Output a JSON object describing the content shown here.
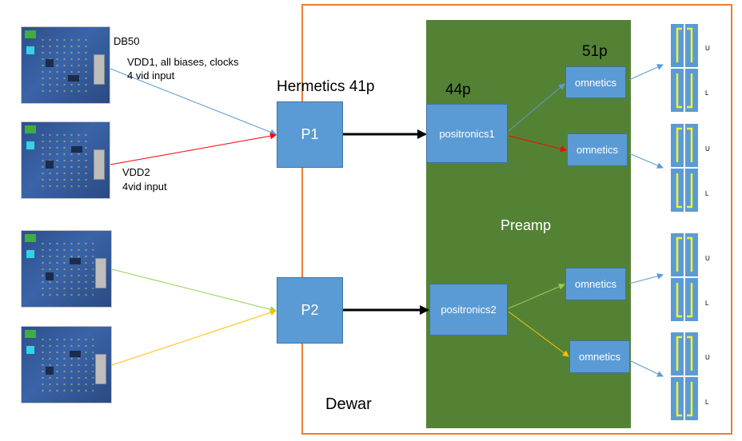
{
  "labels": {
    "db50": "DB50",
    "vdd1": "VDD1, all biases, clocks",
    "vid1": "4 vid input",
    "vdd2": "VDD2",
    "vid2": "4vid input",
    "hermetics": "Hermetics 41p",
    "p44": "44p",
    "p51": "51p",
    "preamp": "Preamp",
    "dewar": "Dewar",
    "u": "U",
    "l": "L"
  },
  "boxes": {
    "p1": "P1",
    "p2": "P2",
    "positronics1": "positronics1",
    "positronics2": "positronics2",
    "omnetics": "omnetics"
  },
  "colors": {
    "dewar_border": "#ed7d31",
    "preamp_green": "#548235",
    "box_blue": "#5b9bd5",
    "line_blue": "#5b9bd5",
    "line_red": "#ff0000",
    "line_green": "#92d050",
    "line_yellow": "#ffc000"
  }
}
